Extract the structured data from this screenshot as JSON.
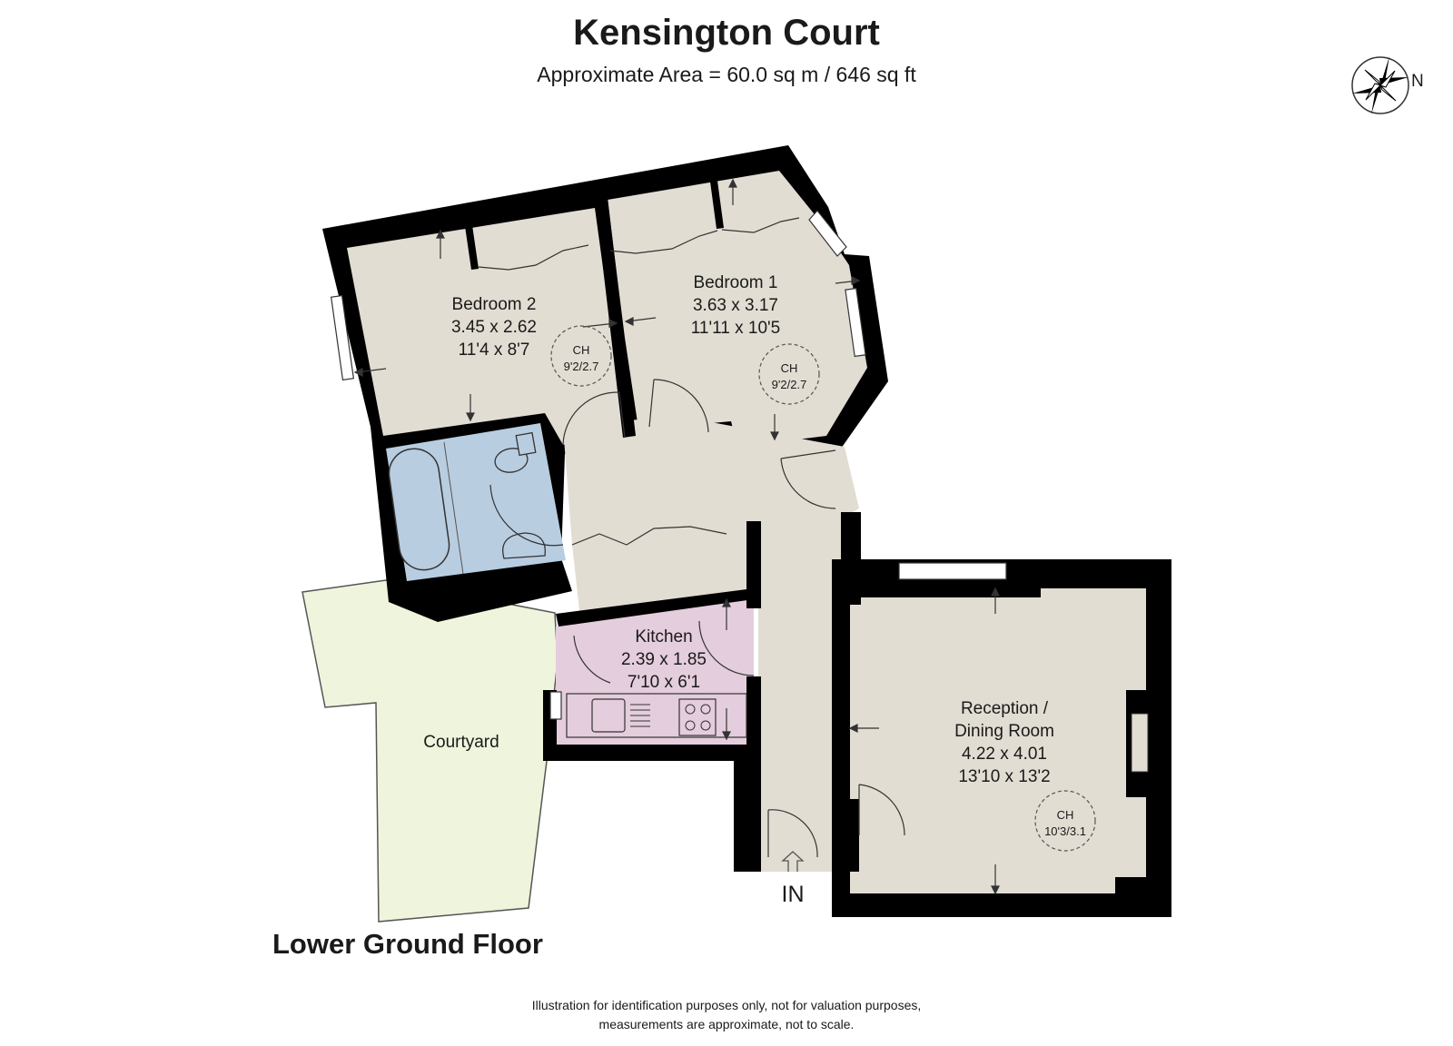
{
  "header": {
    "title": "Kensington Court",
    "subtitle": "Approximate Area = 60.0 sq m / 646 sq ft"
  },
  "compass": {
    "label": "N",
    "icon": "compass-rose-icon"
  },
  "floor": {
    "label": "Lower Ground Floor"
  },
  "entrance": {
    "label": "IN"
  },
  "rooms": {
    "bedroom2": {
      "name": "Bedroom 2",
      "metric": "3.45 x 2.62",
      "imperial": "11'4 x 8'7",
      "ch_title": "CH",
      "ch_value": "9'2/2.7"
    },
    "bedroom1": {
      "name": "Bedroom 1",
      "metric": "3.63 x 3.17",
      "imperial": "11'11 x 10'5",
      "ch_title": "CH",
      "ch_value": "9'2/2.7"
    },
    "kitchen": {
      "name": "Kitchen",
      "metric": "2.39 x 1.85",
      "imperial": "7'10 x 6'1"
    },
    "reception": {
      "name_line1": "Reception /",
      "name_line2": "Dining Room",
      "metric": "4.22 x 4.01",
      "imperial": "13'10 x 13'2",
      "ch_title": "CH",
      "ch_value": "10'3/3.1"
    },
    "courtyard": {
      "name": "Courtyard"
    }
  },
  "footer": {
    "line1": "Illustration for identification purposes only, not for valuation purposes,",
    "line2": "measurements are approximate, not to scale."
  },
  "colors": {
    "wall": "#000000",
    "room_floor": "#e2ddd3",
    "bathroom": "#b9cde0",
    "kitchen": "#e4cddd",
    "courtyard": "#eff4dd",
    "outline": "#1a1a1a"
  }
}
